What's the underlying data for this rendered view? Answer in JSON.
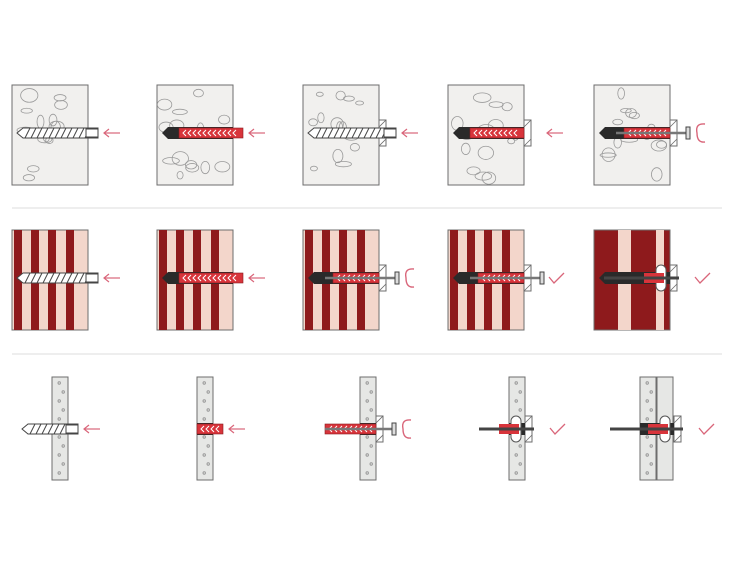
{
  "colors": {
    "concrete": "#f1f0ee",
    "outline": "#6d6d6d",
    "brick_light": "#f3d6cb",
    "brick_dark": "#8e1a1c",
    "board": "#e6e7e5",
    "plug_red": "#d8343b",
    "hole_black": "#2a2a2a",
    "accent_pink": "#d9667a",
    "divider": "#dedede"
  },
  "rows": [
    {
      "material": "concrete",
      "panels": [
        {
          "step": "drill",
          "fixture": false,
          "marker": "arrow-left"
        },
        {
          "step": "plug",
          "fixture": false,
          "marker": "arrow-left"
        },
        {
          "step": "drill",
          "fixture": true,
          "marker": "arrow-left"
        },
        {
          "step": "plug",
          "fixture": true,
          "marker": "arrow-left"
        },
        {
          "step": "screw",
          "fixture": true,
          "marker": "rotate"
        }
      ]
    },
    {
      "material": "brick",
      "panels": [
        {
          "step": "drill",
          "fixture": false,
          "marker": "arrow-left"
        },
        {
          "step": "plug",
          "fixture": false,
          "marker": "arrow-left"
        },
        {
          "step": "screw",
          "fixture": true,
          "marker": "rotate"
        },
        {
          "step": "expanded",
          "fixture": true,
          "marker": "check"
        },
        {
          "step": "knotted",
          "fixture": true,
          "marker": "check",
          "solid": true
        }
      ]
    },
    {
      "material": "board",
      "panels": [
        {
          "step": "drill",
          "fixture": false,
          "marker": "arrow-left"
        },
        {
          "step": "plug",
          "fixture": false,
          "marker": "arrow-left"
        },
        {
          "step": "screw",
          "fixture": true,
          "marker": "rotate"
        },
        {
          "step": "knotted",
          "fixture": true,
          "marker": "check"
        },
        {
          "step": "knotted",
          "fixture": true,
          "marker": "check",
          "double": true
        }
      ]
    }
  ]
}
